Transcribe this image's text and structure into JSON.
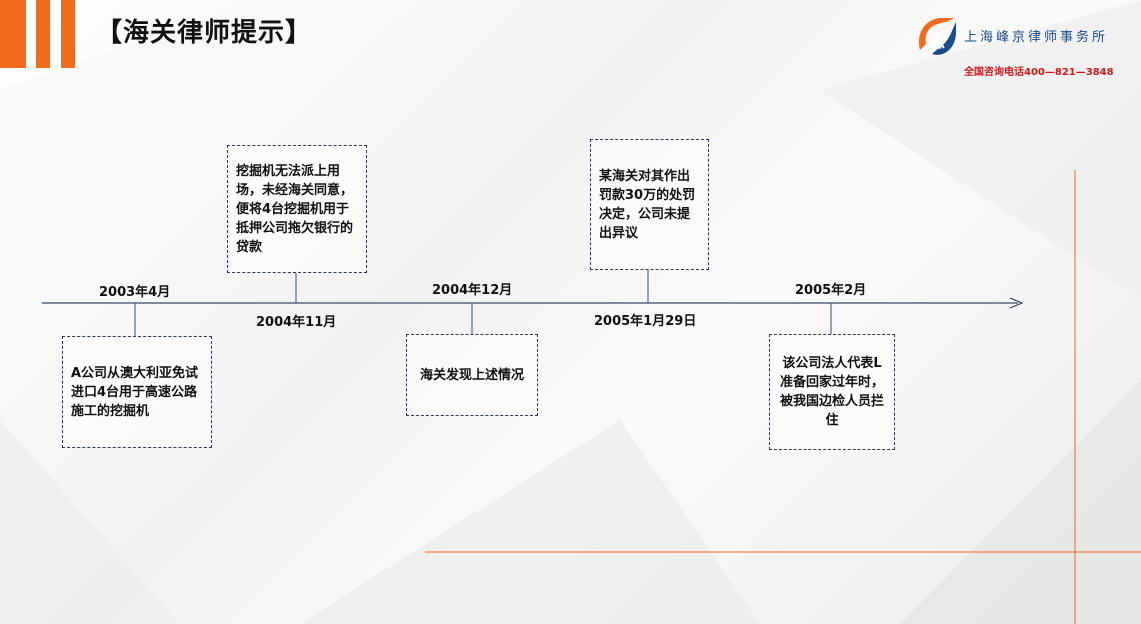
{
  "header": {
    "title": "【海关律师提示】"
  },
  "firm": {
    "name": "上海峰京律师事务所",
    "hotline": "全国咨询电话400—821—3848",
    "logo_icon": "firm-logo-icon"
  },
  "colors": {
    "accent": "#f26a1b",
    "hotline": "#d21a1a",
    "firm_name": "#1a4c8c",
    "box_border": "#2b3a5c",
    "axis": "#3a4a6b"
  },
  "events": [
    {
      "date": "2003年4月",
      "text": "A公司从澳大利亚免试进口4台用于高速公路施工的挖掘机"
    },
    {
      "date": "2004年11月",
      "text": "挖掘机无法派上用场，未经海关同意，便将4台挖掘机用于抵押公司拖欠银行的贷款"
    },
    {
      "date": "2004年12月",
      "text": "海关发现上述情况"
    },
    {
      "date": "2005年1月29日",
      "text": "某海关对其作出罚款30万的处罚决定，公司未提出异议"
    },
    {
      "date": "2005年2月",
      "text": "该公司法人代表L准备回家过年时，被我国边检人员拦住"
    }
  ]
}
